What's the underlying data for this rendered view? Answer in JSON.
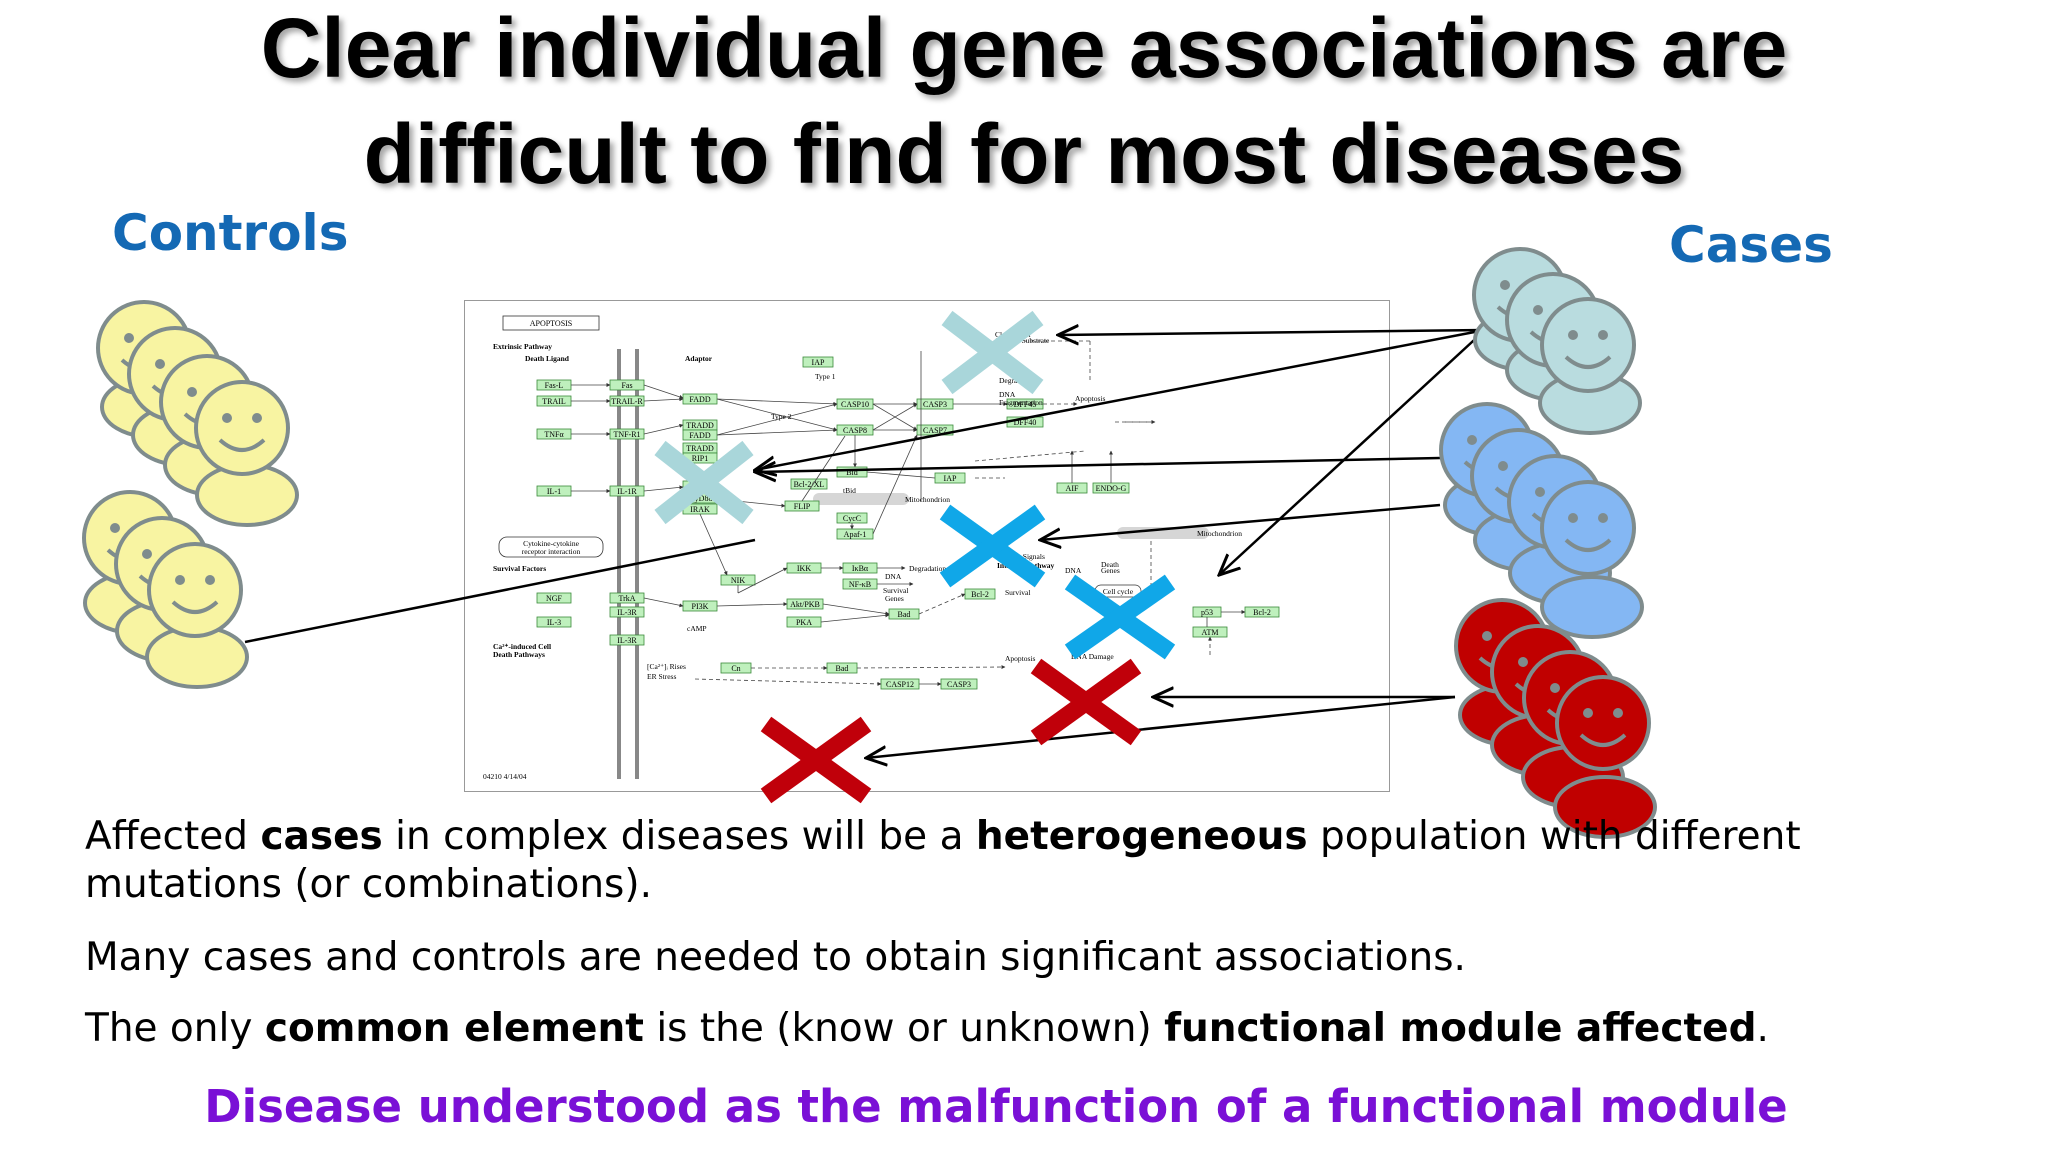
{
  "title": {
    "line1": "Clear individual gene associations are",
    "line2": "difficult to find for most diseases"
  },
  "labels": {
    "controls": "Controls",
    "cases": "Cases"
  },
  "pathway": {
    "name": "APOPTOSIS",
    "id_date": "04210 4/14/04",
    "sections": {
      "extrinsic": "Extrinsic Pathway",
      "death_ligand": "Death Ligand",
      "adaptor": "Adaptor",
      "survival": "Survival Factors",
      "ca_induced": "Ca²⁺-induced Cell",
      "death_pathways": "Death Pathways",
      "cytokine": "Cytokine-cytokine",
      "receptor_interaction": "receptor interaction",
      "type1": "Type 1",
      "type2": "Type 2",
      "mito1": "Mitochondrion",
      "mito2": "Mitochondrion",
      "cleavage": "Cleavage of",
      "caspase_substrate": "Caspase Substrate",
      "degradation1": "Degradation",
      "degradation2": "Degradation",
      "dna_frag": "DNA",
      "fragmentation": "Fragmentation",
      "apoptosis1": "Apoptosis",
      "apoptosis2": "Apoptosis",
      "survival_word": "Survival",
      "dna_survival": "DNA",
      "survival_genes1": "Survival",
      "survival_genes2": "Genes",
      "dna_death": "DNA",
      "death1": "Death",
      "genes": "Genes",
      "cell_cycle": "Cell cycle",
      "stress_signals": "Stress Signals",
      "intrinsic": "Intrinsic Pathway",
      "dna_damage": "DNA Damage",
      "ca_rises": "[Ca²⁺]ᵢ Rises",
      "er_stress": "ER Stress",
      "camp": "cAMP",
      "tbid": "tBid"
    },
    "genes": {
      "fasl": "Fas-L",
      "fas": "Fas",
      "trail": "TRAIL",
      "trailr": "TRAIL-R",
      "tnfa": "TNFα",
      "tnfr1": "TNF-R1",
      "il1": "IL-1",
      "il1r": "IL-1R",
      "fadd1": "FADD",
      "tradd1": "TRADD",
      "fadd2": "FADD",
      "tradd2": "TRADD",
      "rip1": "RIP1",
      "fadd3": "FADD",
      "myd88": "MyD88",
      "irak": "IRAK",
      "flip": "FLIP",
      "nik": "NIK",
      "iap1": "IAP",
      "casp10": "CASP10",
      "casp8": "CASP8",
      "casp3": "CASP3",
      "casp7": "CASP7",
      "dff45": "DFF45",
      "dff40": "DFF40",
      "bid": "Bid",
      "bcl2xl": "Bcl-2/XL",
      "iap2": "IAP",
      "cytc": "CycC",
      "apaf1": "Apaf-1",
      "aif": "AIF",
      "endog": "ENDO-G",
      "ikk": "IKK",
      "ikba": "IκBα",
      "nfkb": "NF-κB",
      "bcl2a": "Bcl-2",
      "ngf": "NGF",
      "trka": "TrkA",
      "pi3k": "PI3K",
      "aktpkb": "Akt/PKB",
      "bad1": "Bad",
      "il3": "IL-3",
      "il3r": "IL-3R",
      "il3r2": "IL-3R",
      "pka": "PKA",
      "p53": "p53",
      "bcl2b": "Bcl-2",
      "atm": "ATM",
      "cn": "Cn",
      "bad2": "Bad",
      "casp12": "CASP12",
      "casp3b": "CASP3"
    }
  },
  "paragraphs": {
    "p1_a": "Affected ",
    "p1_b": "cases",
    "p1_c": " in complex diseases will be a ",
    "p1_d": "heterogeneous",
    "p1_e": " population with different",
    "p1_f": "mutations (or combinations).",
    "p2": "Many cases and controls are needed to obtain significant associations.",
    "p3_a": "The only ",
    "p3_b": "common element",
    "p3_c": " is the (know or unknown) ",
    "p3_d": "functional module affected",
    "p3_e": "."
  },
  "conclusion": "Disease understood as the malfunction of a functional module",
  "colors": {
    "control_face": "#f8f4a2",
    "case_light_blue": "#b9dcdf",
    "case_blue": "#84b7f3",
    "case_red": "#c00000",
    "face_outline": "#7f8c8d",
    "x_light": "#a9d6da",
    "x_blue": "#10a7e8",
    "x_red": "#c0000a",
    "label_blue": "#1469b4",
    "conclusion_purple": "#7a10d6"
  }
}
